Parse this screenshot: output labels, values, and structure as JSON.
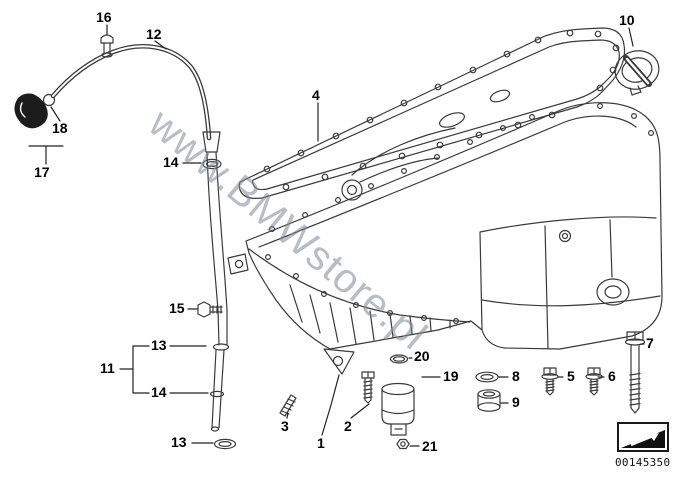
{
  "watermark": {
    "text": "www.BMWstore.pl"
  },
  "footer": {
    "document_number": "00145350",
    "stamp_icon": "arrow-wedge-icon"
  },
  "colors": {
    "line": "#3a3a3a",
    "label": "#000000",
    "watermark": "#7a8694",
    "background": "#ffffff"
  },
  "parts": {
    "p1": {
      "label": "1"
    },
    "p2": {
      "label": "2"
    },
    "p3": {
      "label": "3"
    },
    "p4": {
      "label": "4"
    },
    "p5": {
      "label": "5"
    },
    "p6": {
      "label": "6"
    },
    "p7": {
      "label": "7"
    },
    "p8": {
      "label": "8"
    },
    "p9": {
      "label": "9"
    },
    "p10": {
      "label": "10"
    },
    "p11": {
      "label": "11"
    },
    "p12": {
      "label": "12"
    },
    "p13a": {
      "label": "13"
    },
    "p13b": {
      "label": "13"
    },
    "p14a": {
      "label": "14"
    },
    "p14b": {
      "label": "14"
    },
    "p15": {
      "label": "15"
    },
    "p16": {
      "label": "16"
    },
    "p17": {
      "label": "17"
    },
    "p18": {
      "label": "18"
    },
    "p19": {
      "label": "19"
    },
    "p20": {
      "label": "20"
    },
    "p21": {
      "label": "21"
    }
  }
}
